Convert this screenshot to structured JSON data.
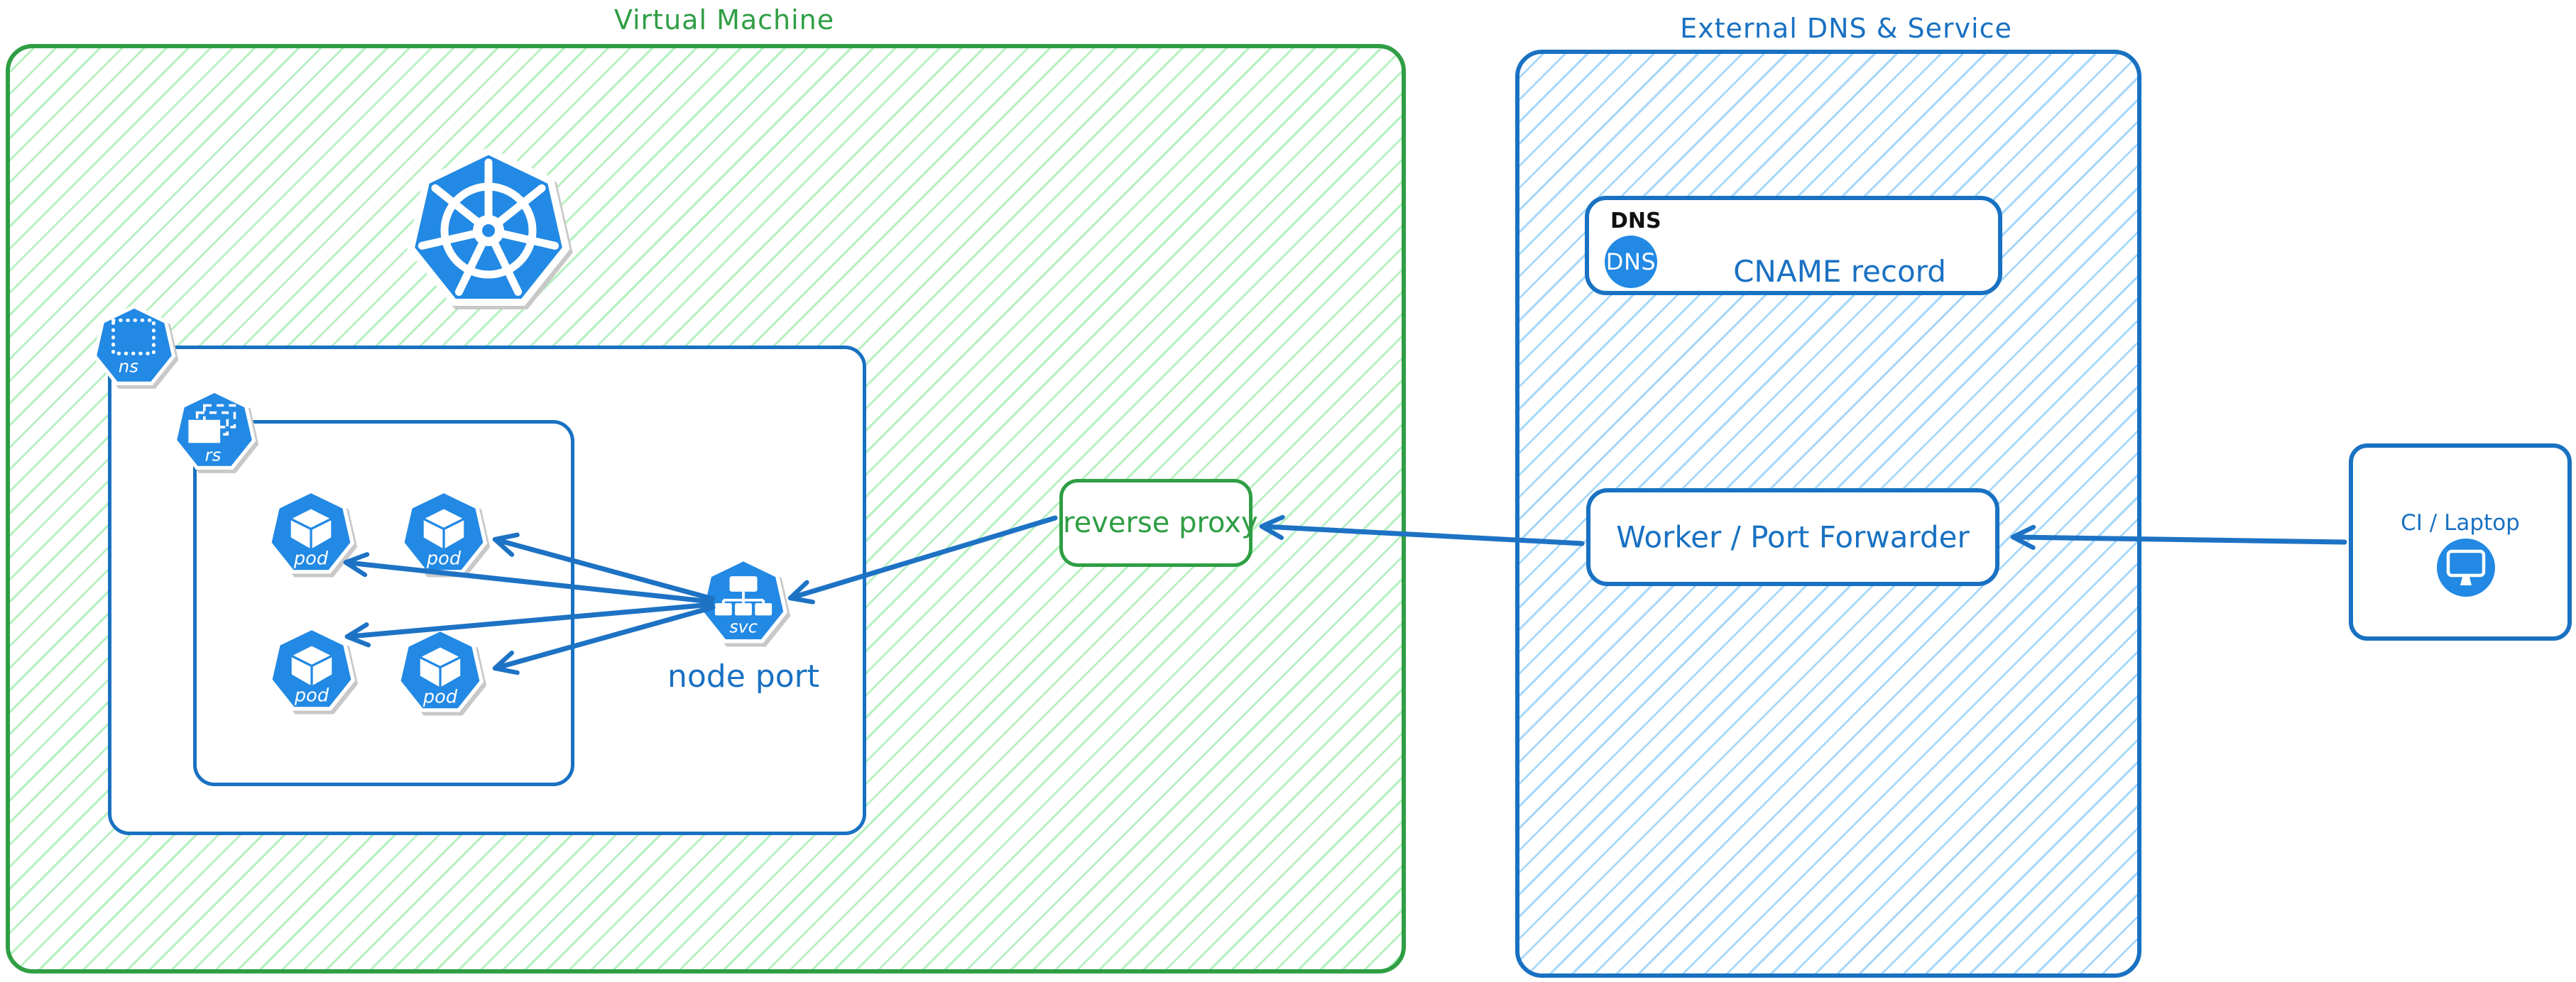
{
  "colors": {
    "green": "#2f9e44",
    "green_hatch": "#b7f0c1",
    "blue": "#1971c2",
    "blue_hatch": "#a8d8fa",
    "icon_blue": "#2289e4",
    "arrow_blue": "#1d72c4"
  },
  "vm_group": {
    "title": "Virtual Machine"
  },
  "dns_group": {
    "title": "External DNS & Service"
  },
  "namespace": {
    "label": "ns"
  },
  "replicaset": {
    "label": "rs"
  },
  "pods": [
    {
      "label": "pod"
    },
    {
      "label": "pod"
    },
    {
      "label": "pod"
    },
    {
      "label": "pod"
    }
  ],
  "service": {
    "label": "svc",
    "caption": "node port"
  },
  "reverse_proxy": {
    "label": "reverse proxy"
  },
  "dns_card": {
    "tag": "DNS",
    "icon_text": "DNS",
    "record": "CNAME record"
  },
  "worker": {
    "label": "Worker / Port Forwarder"
  },
  "ci": {
    "label": "CI / Laptop"
  }
}
